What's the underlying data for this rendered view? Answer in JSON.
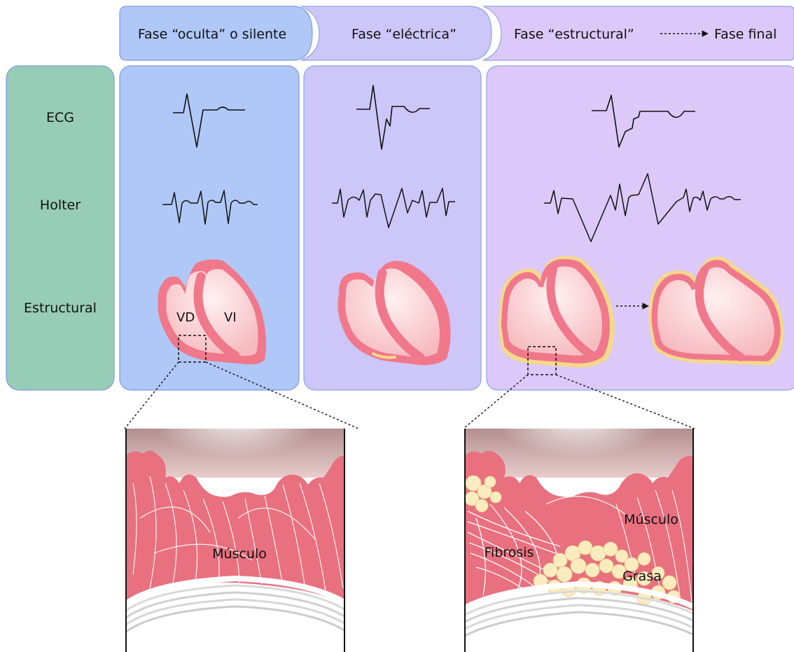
{
  "phases": {
    "phase1": "Fase “oculta” o silente",
    "phase2": "Fase “eléctrica”",
    "phase3_start": "Fase “estructural”",
    "phase3_end": "Fase final"
  },
  "rows": {
    "ecg": "ECG",
    "holter": "Holter",
    "structural": "Estructural"
  },
  "heart_labels": {
    "right_ventricle": "VD",
    "left_ventricle": "VI"
  },
  "zoom_labels": {
    "left_muscle": "Músculo",
    "right_muscle": "Músculo",
    "fibrosis": "Fibrosis",
    "fat": "Grasa"
  },
  "colors": {
    "row_header": "#97cdb6",
    "phase1": "#b0c8f7",
    "phase2": "#cdc6f9",
    "phase3": "#dcc9fa",
    "myocardium": "#f0788a",
    "fat": "#f3d98c",
    "fat_blob": "#fbecc0"
  }
}
